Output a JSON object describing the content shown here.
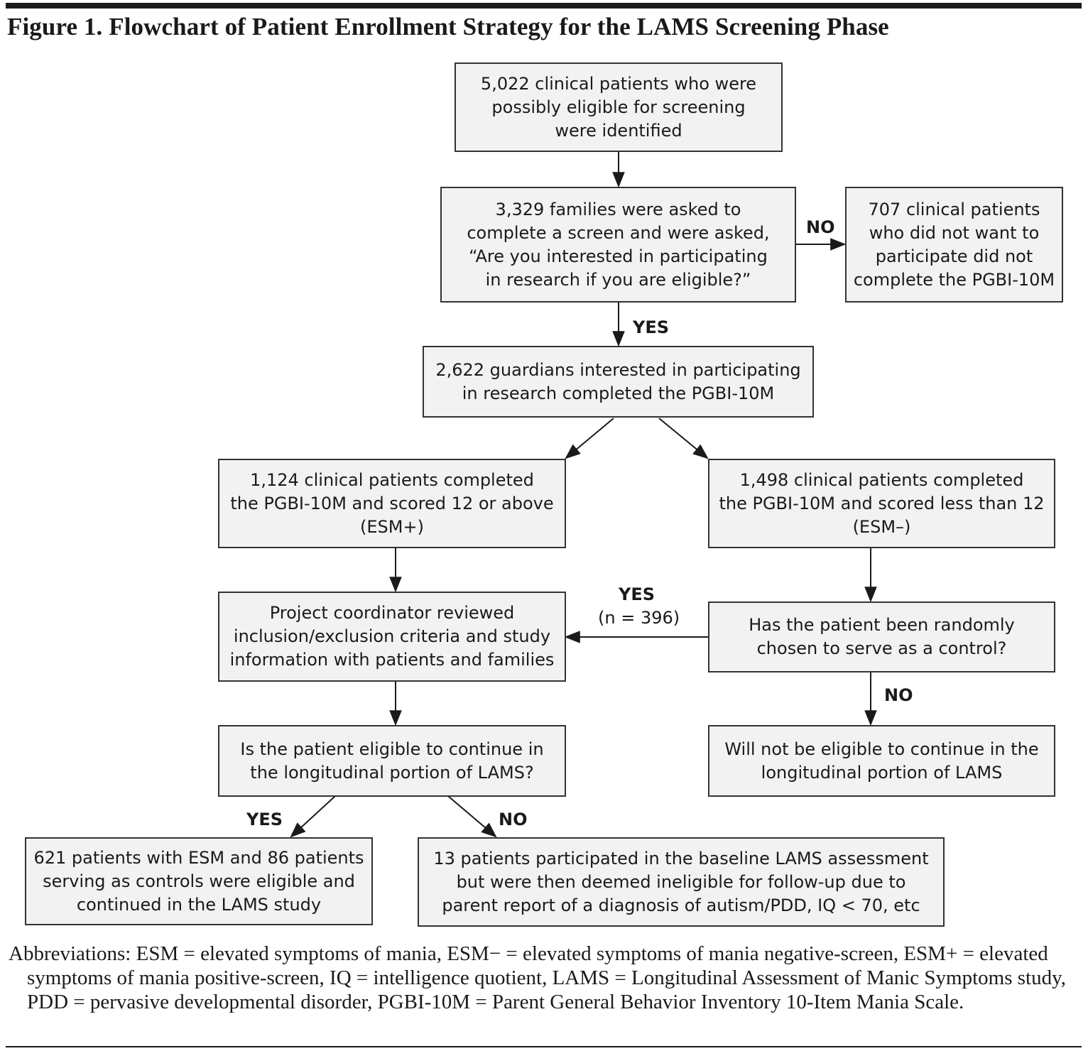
{
  "figure": {
    "title": "Figure 1. Flowchart of Patient Enrollment Strategy for the LAMS Screening Phase",
    "abbreviations": "Abbreviations: ESM = elevated symptoms of mania, ESM− = elevated symptoms of mania negative-screen, ESM+ = elevated symptoms of mania positive-screen, IQ = intelligence quotient, LAMS = Longitudinal Assessment of Manic Symptoms study, PDD = pervasive developmental disorder, PGBI-10M = Parent General Behavior Inventory 10-Item Mania Scale."
  },
  "nodes": {
    "identified": "5,022 clinical patients who were\npossibly eligible for screening\nwere identified",
    "asked": "3,329 families were asked to\ncomplete a screen and were asked,\n“Are you interested in participating\nin research if you are eligible?”",
    "not_participate": "707 clinical patients\nwho did not want to\nparticipate did not\ncomplete the PGBI-10M",
    "guardians": "2,622 guardians interested in participating\nin research completed the PGBI-10M",
    "esm_pos": "1,124 clinical patients completed\nthe PGBI-10M and scored 12 or above\n(ESM+)",
    "esm_neg": "1,498 clinical patients completed\nthe PGBI-10M and scored less than 12\n(ESM–)",
    "coordinator": "Project coordinator reviewed\ninclusion/exclusion criteria and study\ninformation with patients and families",
    "control_q": "Has the patient been randomly\nchosen to serve as a control?",
    "eligible_q": "Is the patient eligible to continue in\nthe longitudinal portion of LAMS?",
    "not_eligible": "Will not be eligible to continue in the\nlongitudinal portion of LAMS",
    "continued": "621 patients with ESM and 86 patients\nserving as controls were eligible and\ncontinued in the LAMS study",
    "ineligible": "13 patients participated in the baseline LAMS assessment\nbut were then deemed ineligible for follow-up due to\nparent report of a diagnosis of autism/PDD, IQ < 70, etc"
  },
  "edge_labels": {
    "no_1": "NO",
    "yes_1": "YES",
    "yes_control": "YES",
    "yes_control_n": "(n = 396)",
    "no_control": "NO",
    "yes_eligible": "YES",
    "no_eligible": "NO"
  }
}
